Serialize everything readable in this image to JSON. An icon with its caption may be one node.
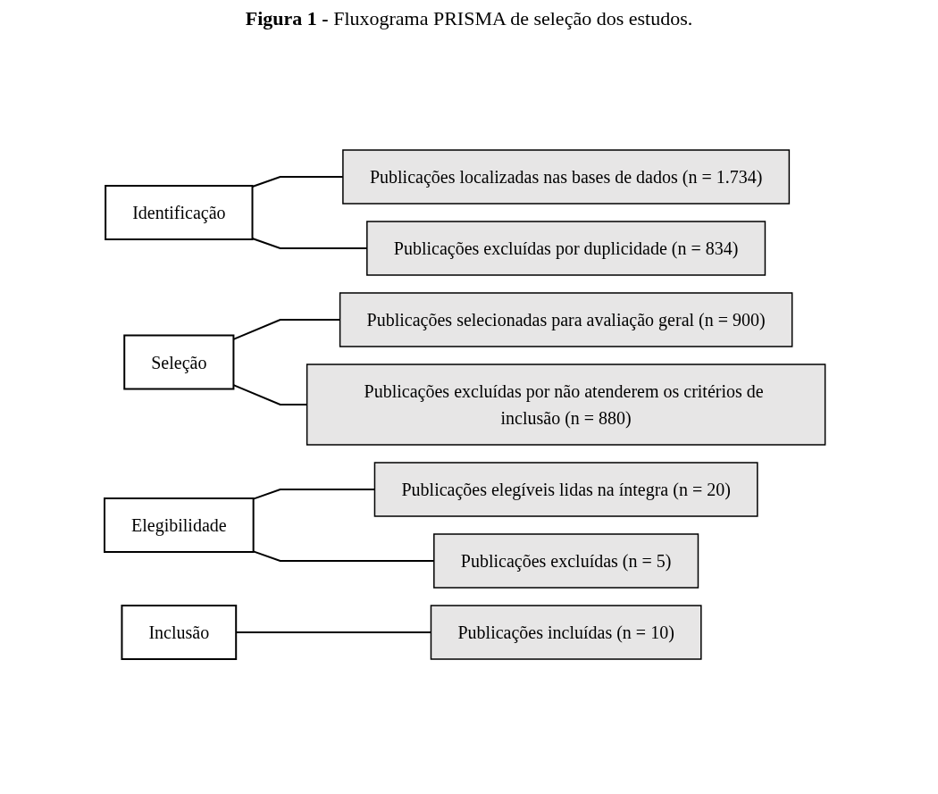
{
  "diagram": {
    "title": "**Figura 1 -** Fluxograma PRISMA de seleção dos estudos.",
    "nodes": [
      {
        "text": [
          "Identificação"
        ]
      },
      {
        "text": [
          "Publicações localizadas nas bases de dados (n = 1.734)"
        ]
      },
      {
        "text": [
          "Publicações excluídas por duplicidade (n = 834)"
        ]
      },
      {
        "text": [
          "Seleção"
        ]
      },
      {
        "text": [
          "Publicações selecionadas para avaliação geral (n = 900)"
        ]
      },
      {
        "text": [
          "Publicações excluídas por não atenderem os critérios de inclusão (n = 880)"
        ]
      },
      {
        "text": [
          "Elegibilidade"
        ]
      },
      {
        "text": [
          "Publicações elegíveis lidas na íntegra (n = 20)"
        ]
      },
      {
        "text": [
          "Publicações excluídas (n = 5)"
        ]
      },
      {
        "text": [
          "Inclusão"
        ]
      },
      {
        "text": [
          "Publicações incluídas (n = 10)"
        ]
      }
    ],
    "edges": [
      {
        "from": 0,
        "to": 1,
        "arrow": "none"
      },
      {
        "from": 0,
        "to": 2,
        "arrow": "none"
      },
      {
        "from": 3,
        "to": 4,
        "arrow": "none"
      },
      {
        "from": 3,
        "to": 5,
        "arrow": "none"
      },
      {
        "from": 6,
        "to": 7,
        "arrow": "none"
      },
      {
        "from": 6,
        "to": 8,
        "arrow": "none"
      },
      {
        "from": 9,
        "to": 10,
        "arrow": "none"
      }
    ]
  }
}
